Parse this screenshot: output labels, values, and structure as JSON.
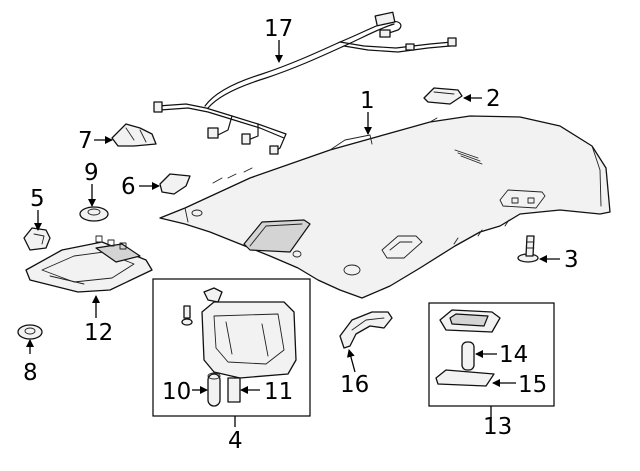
{
  "diagram": {
    "callouts": [
      {
        "id": "c1",
        "text": "1"
      },
      {
        "id": "c2",
        "text": "2"
      },
      {
        "id": "c3",
        "text": "3"
      },
      {
        "id": "c4",
        "text": "4"
      },
      {
        "id": "c5",
        "text": "5"
      },
      {
        "id": "c6",
        "text": "6"
      },
      {
        "id": "c7",
        "text": "7"
      },
      {
        "id": "c8",
        "text": "8"
      },
      {
        "id": "c9",
        "text": "9"
      },
      {
        "id": "c10",
        "text": "10"
      },
      {
        "id": "c11",
        "text": "11"
      },
      {
        "id": "c12",
        "text": "12"
      },
      {
        "id": "c13",
        "text": "13"
      },
      {
        "id": "c14",
        "text": "14"
      },
      {
        "id": "c15",
        "text": "15"
      },
      {
        "id": "c16",
        "text": "16"
      },
      {
        "id": "c17",
        "text": "17"
      }
    ],
    "colors": {
      "line": "#000000",
      "part_fill": "#f2f2f2",
      "shade": "#d4d4d4",
      "background": "#ffffff"
    }
  }
}
